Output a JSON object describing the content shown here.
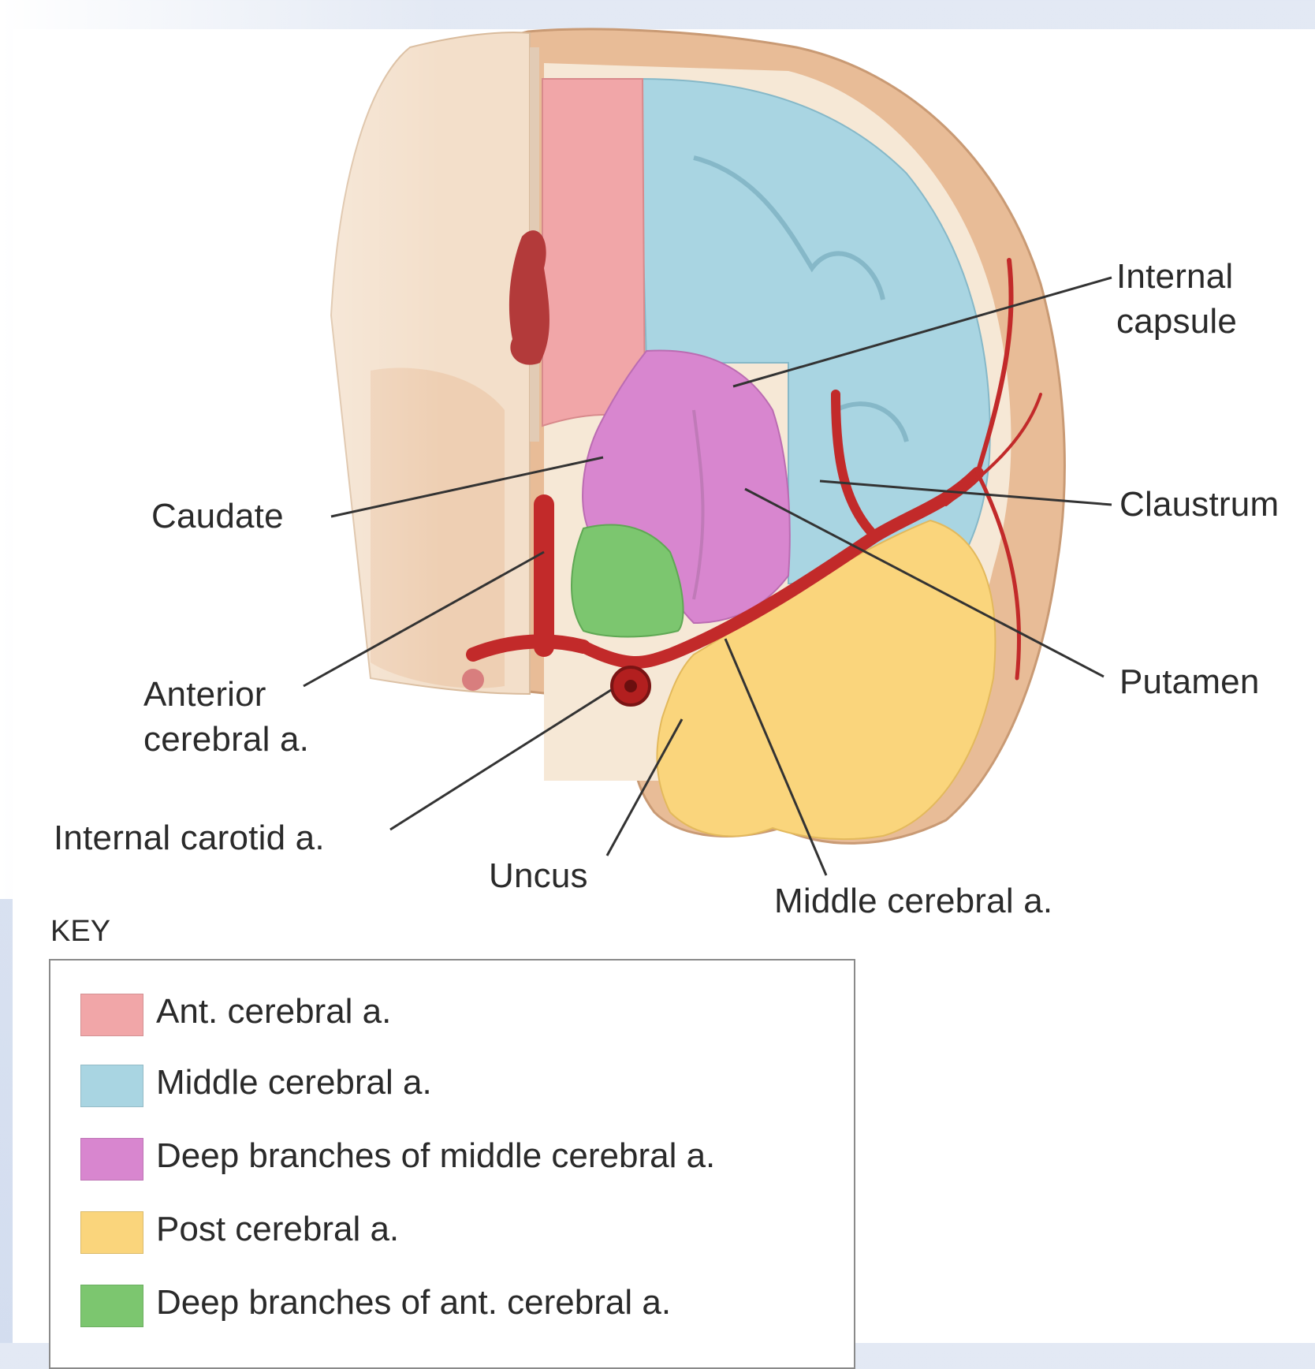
{
  "labels": {
    "internal_capsule": [
      "Internal",
      "capsule"
    ],
    "claustrum": "Claustrum",
    "putamen": "Putamen",
    "caudate": "Caudate",
    "anterior_cerebral": [
      "Anterior",
      "cerebral a."
    ],
    "internal_carotid": "Internal carotid a.",
    "uncus": "Uncus",
    "middle_cerebral": "Middle cerebral a."
  },
  "key": {
    "title": "KEY",
    "items": [
      {
        "label": "Ant. cerebral a.",
        "color": "#f1a6a8"
      },
      {
        "label": "Middle cerebral a.",
        "color": "#a9d5e2"
      },
      {
        "label": "Deep branches of middle cerebral a.",
        "color": "#d886cf"
      },
      {
        "label": "Post cerebral a.",
        "color": "#fad57c"
      },
      {
        "label": "Deep branches of ant. cerebral a.",
        "color": "#7cc66f"
      }
    ]
  },
  "colors": {
    "cortex": "#e8bc97",
    "vessel": "#c22a2a",
    "white_matter": "#f6e8d6"
  }
}
